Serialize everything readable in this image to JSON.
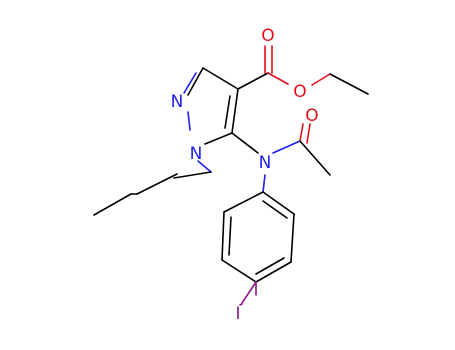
{
  "molecule": {
    "atoms": {
      "n_ring": "N",
      "n1": "N",
      "n_amide": "N",
      "o_carbonyl_ester": "O",
      "o_ester": "O",
      "o_acetyl": "O",
      "iodine": "I"
    },
    "colors": {
      "bond": "#000000",
      "nitrogen": "#1f1ff0",
      "oxygen": "#e0101a",
      "iodine": "#8a1a8a"
    }
  }
}
